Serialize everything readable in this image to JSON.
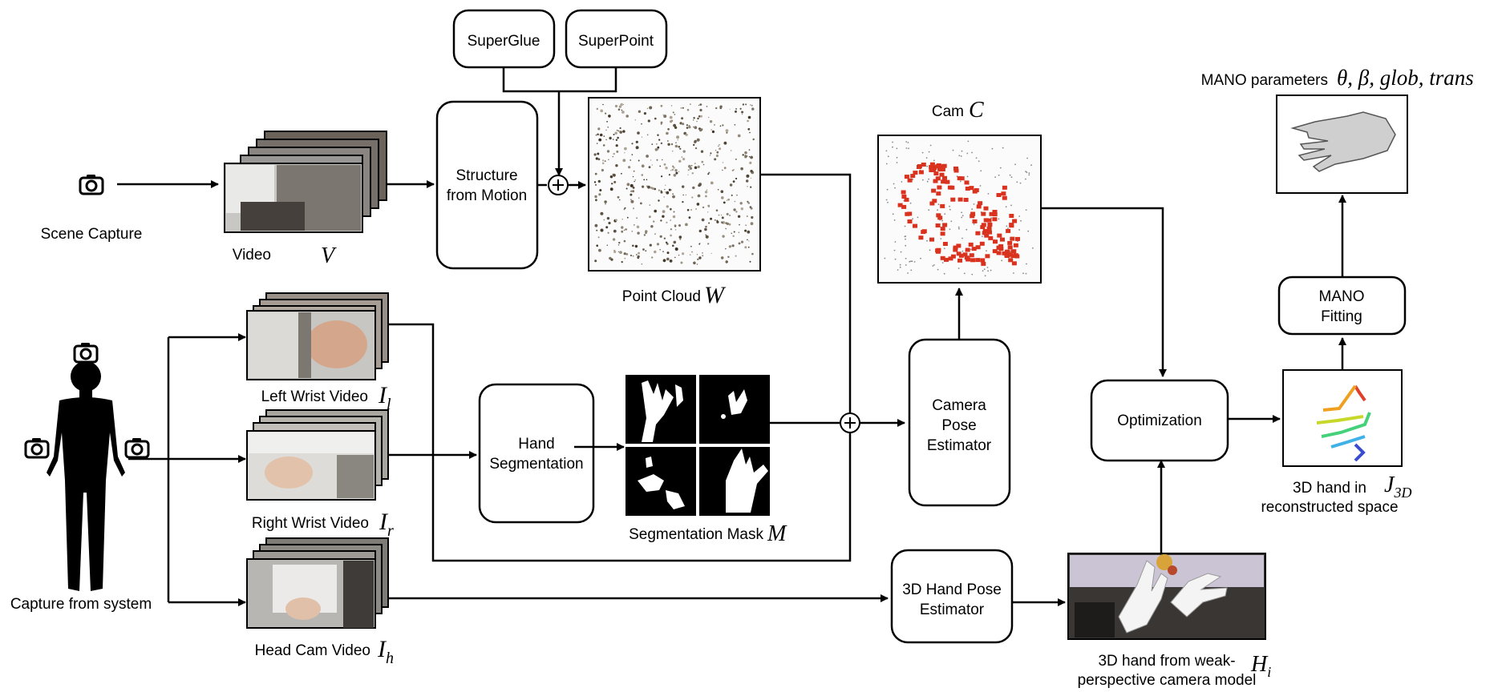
{
  "inputs": {
    "scene_capture": "Scene Capture",
    "capture_from_system": "Capture from system"
  },
  "videos": {
    "video": {
      "label": "Video",
      "symbol": "V"
    },
    "left_wrist": {
      "label": "Left Wrist Video",
      "symbol": "I",
      "sub": "l"
    },
    "right_wrist": {
      "label": "Right Wrist Video",
      "symbol": "I",
      "sub": "r"
    },
    "head_cam": {
      "label": "Head Cam Video",
      "symbol": "I",
      "sub": "h"
    }
  },
  "modules": {
    "superglue": "SuperGlue",
    "superpoint": "SuperPoint",
    "sfm": [
      "Structure",
      "from Motion"
    ],
    "hand_segmentation": [
      "Hand",
      "Segmentation"
    ],
    "camera_pose_estimator": [
      "Camera",
      "Pose",
      "Estimator"
    ],
    "hand_pose_estimator_3d": [
      "3D Hand Pose",
      "Estimator"
    ],
    "optimization": "Optimization",
    "mano_fitting": [
      "MANO",
      "Fitting"
    ]
  },
  "outputs": {
    "point_cloud": {
      "label": "Point Cloud",
      "symbol": "W"
    },
    "segmentation_mask": {
      "label": "Segmentation Mask",
      "symbol": "M"
    },
    "cam": {
      "label": "Cam",
      "symbol": "C"
    },
    "hand_weak": {
      "line1": "3D hand from weak-",
      "line2": "perspective camera model",
      "symbol": "H",
      "sub": "i"
    },
    "hand_3d": {
      "line1": "3D hand in",
      "line2": "reconstructed space",
      "symbol": "J",
      "sub": "3D"
    },
    "mano_params": {
      "label": "MANO parameters",
      "symbol": "θ, β, glob, trans"
    }
  },
  "colors": {
    "camera_trajectory": "#d9321f",
    "accent_stroke": "#000000"
  }
}
